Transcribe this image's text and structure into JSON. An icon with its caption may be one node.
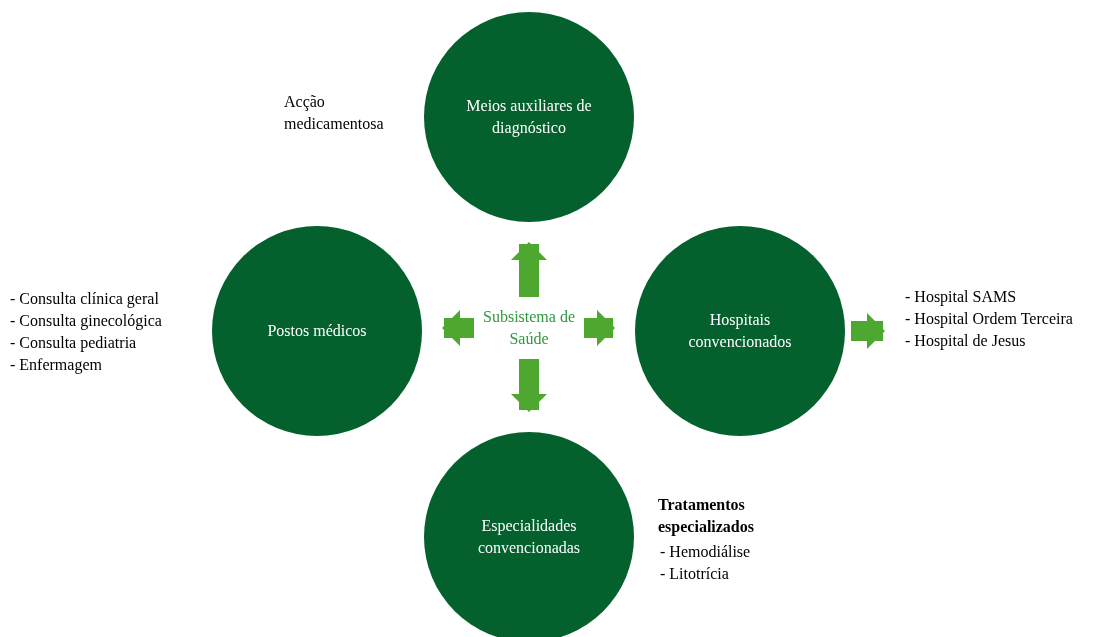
{
  "diagram": {
    "nodes": [
      {
        "text": [
          "Subsistema de Saúde"
        ]
      },
      {
        "text": [
          "Meios auxiliares de diagnóstico"
        ]
      },
      {
        "text": [
          "Postos médicos"
        ]
      },
      {
        "text": [
          "Hospitais convencionados"
        ]
      },
      {
        "text": [
          "Especialidades convencionadas"
        ]
      },
      {
        "text": [
          "- Hospital SAMS",
          "- Hospital Ordem Terceira",
          "- Hospital de Jesus"
        ]
      }
    ],
    "edges": [
      {
        "from": 0,
        "to": 1,
        "arrow": "to"
      },
      {
        "from": 0,
        "to": 2,
        "arrow": "to"
      },
      {
        "from": 0,
        "to": 3,
        "arrow": "to"
      },
      {
        "from": 0,
        "to": 4,
        "arrow": "to"
      },
      {
        "from": 3,
        "to": 5,
        "arrow": "to"
      }
    ],
    "labels": [
      "Acção medicamentosa",
      "- Consulta clínica geral",
      "- Consulta ginecológica",
      "- Consulta pediatria",
      "- Enfermagem",
      "Tratamentos especializados",
      "- Hemodiálise",
      "- Litotrícia"
    ]
  }
}
